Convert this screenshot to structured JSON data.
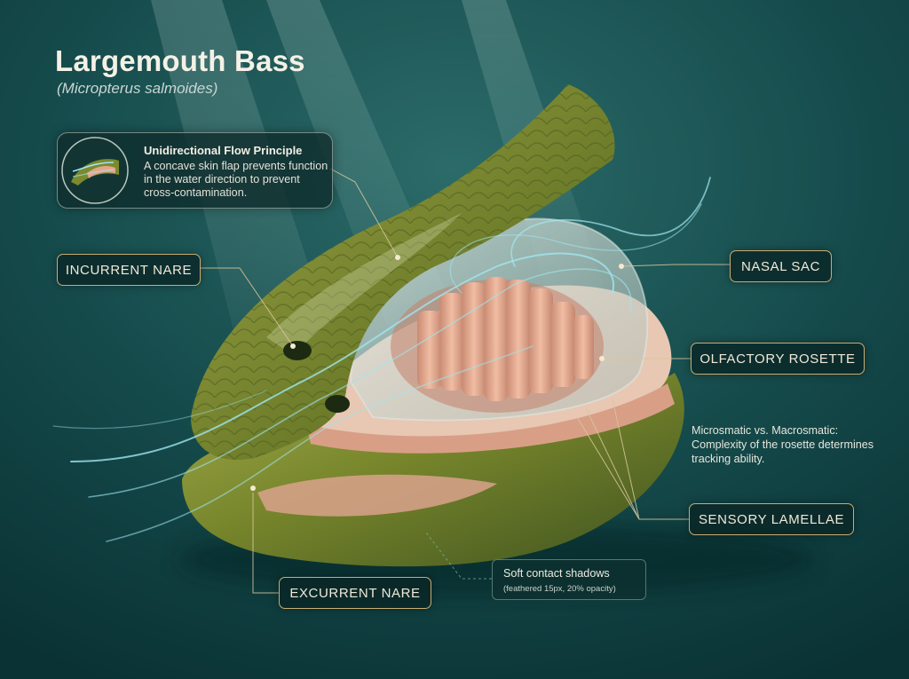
{
  "header": {
    "title": "Largemouth Bass",
    "subtitle": "(Micropterus salmoides)"
  },
  "flow_box": {
    "title": "Unidirectional Flow Principle",
    "text": "A concave skin flap prevents function in the water direction to prevent cross-contamination."
  },
  "labels": {
    "incurrent_nare": "INCURRENT NARE",
    "excurrent_nare": "EXCURRENT NARE",
    "nasal_sac": "NASAL SAC",
    "olfactory_rosette": "OLFACTORY ROSETTE",
    "sensory_lamellae": "SENSORY LAMELLAE"
  },
  "note": {
    "title": "Microsmatic vs. Macrosmatic:",
    "text": "Complexity of the rosette determines tracking ability."
  },
  "shadow_note": {
    "title": "Soft contact shadows",
    "sub": "(feathered 15px, 20% opacity)"
  },
  "colors": {
    "water_dark": "#0b3638",
    "water_light": "#2a6e6c",
    "skin_green": "#7c8a2a",
    "rosette_pink": "#e3a58d",
    "callout_gold": "#c9ad72",
    "flow_cyan": "#9fe6f0"
  }
}
